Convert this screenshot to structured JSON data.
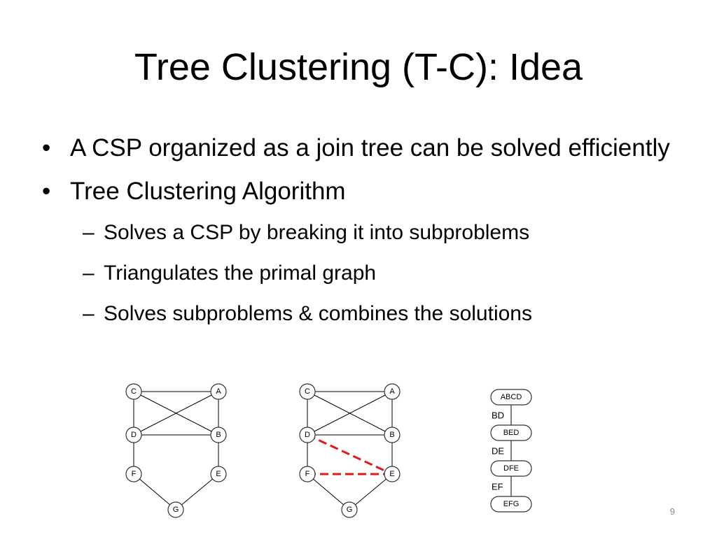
{
  "slide": {
    "title": "Tree Clustering (T-C): Idea",
    "bullets": [
      {
        "text": "A CSP organized as a join tree can be solved efficiently",
        "subs": []
      },
      {
        "text": "Tree Clustering Algorithm",
        "subs": [
          "Solves a CSP by breaking it into subproblems",
          "Triangulates the primal graph",
          "Solves subproblems & combines the solutions"
        ]
      }
    ],
    "slide_number": "9"
  },
  "diagrams": {
    "primal_graph": {
      "nodes": [
        "C",
        "A",
        "D",
        "B",
        "F",
        "E",
        "G"
      ],
      "edges": [
        [
          "C",
          "A"
        ],
        [
          "C",
          "D"
        ],
        [
          "C",
          "B"
        ],
        [
          "A",
          "D"
        ],
        [
          "A",
          "B"
        ],
        [
          "D",
          "B"
        ],
        [
          "D",
          "F"
        ],
        [
          "B",
          "E"
        ],
        [
          "F",
          "G"
        ],
        [
          "E",
          "G"
        ]
      ]
    },
    "triangulated_graph": {
      "nodes": [
        "C",
        "A",
        "D",
        "B",
        "F",
        "E",
        "G"
      ],
      "edges": [
        [
          "C",
          "A"
        ],
        [
          "C",
          "D"
        ],
        [
          "C",
          "B"
        ],
        [
          "A",
          "D"
        ],
        [
          "A",
          "B"
        ],
        [
          "D",
          "B"
        ],
        [
          "D",
          "F"
        ],
        [
          "B",
          "E"
        ],
        [
          "F",
          "G"
        ],
        [
          "E",
          "G"
        ]
      ],
      "fill_in_edges": [
        [
          "D",
          "E"
        ],
        [
          "F",
          "E"
        ]
      ],
      "fill_in_color": "#e01a1a"
    },
    "join_tree": {
      "clusters": [
        "ABCD",
        "BED",
        "DFE",
        "EFG"
      ],
      "separators": [
        "BD",
        "DE",
        "EF"
      ]
    }
  }
}
